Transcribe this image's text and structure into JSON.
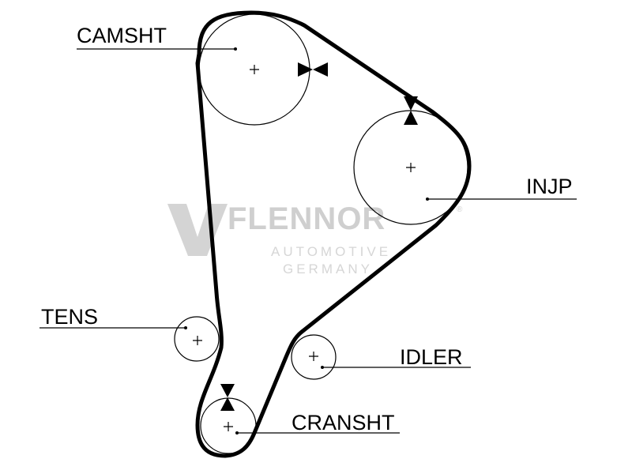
{
  "labels": {
    "camshaft": "CAMSHT",
    "injection_pump": "INJP",
    "tensioner": "TENS",
    "idler": "IDLER",
    "crankshaft": "CRANSHT"
  },
  "watermark": {
    "brand": "FLENNOR",
    "registered": "®",
    "line1": "AUTOMOTIVE",
    "line2": "GERMANY"
  },
  "colors": {
    "belt": "#000000",
    "pulley": "#000000",
    "watermark": "#cfcfcf"
  }
}
